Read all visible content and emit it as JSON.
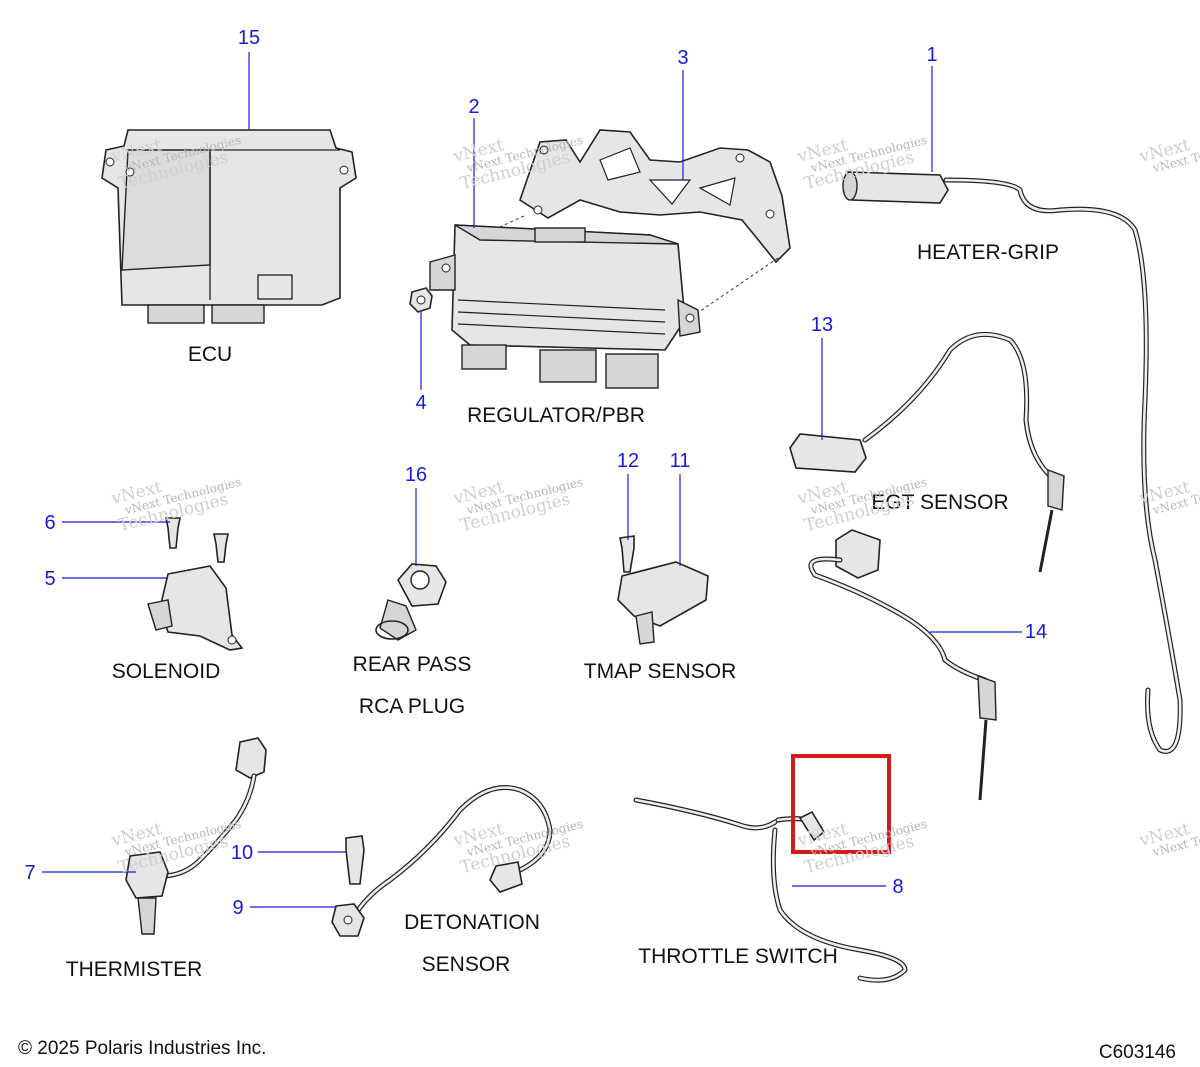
{
  "labels": {
    "ecu": "ECU",
    "regulator": "REGULATOR/PBR",
    "heater_grip": "HEATER-GRIP",
    "egt_sensor": "EGT SENSOR",
    "solenoid": "SOLENOID",
    "rear_pass_1": "REAR PASS",
    "rear_pass_2": "RCA PLUG",
    "tmap": "TMAP SENSOR",
    "thermister": "THERMISTER",
    "detonation_1": "DETONATION",
    "detonation_2": "SENSOR",
    "throttle": "THROTTLE SWITCH"
  },
  "callouts": {
    "n1": "1",
    "n2": "2",
    "n3": "3",
    "n4": "4",
    "n5": "5",
    "n6": "6",
    "n7": "7",
    "n8": "8",
    "n9": "9",
    "n10": "10",
    "n11": "11",
    "n12": "12",
    "n13": "13",
    "n14": "14",
    "n15": "15",
    "n16": "16"
  },
  "watermark": {
    "line1": "vNext",
    "line2": "vNext Technologies",
    "line3": "Technologies"
  },
  "footer": {
    "copyright": "© 2025 Polaris Industries Inc.",
    "code": "C603146"
  },
  "colors": {
    "callout": "#1a1ad6",
    "highlight": "#d61a1a",
    "part_fill": "#e6e6e6"
  }
}
